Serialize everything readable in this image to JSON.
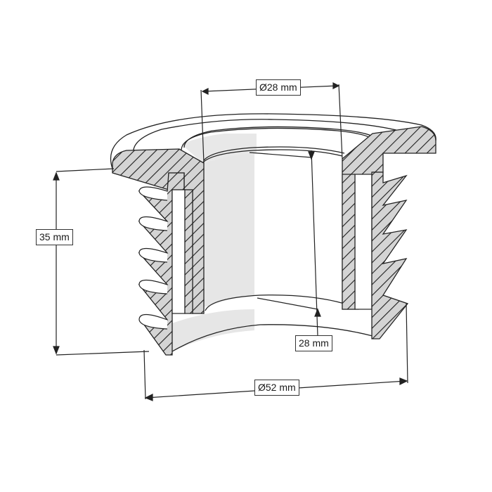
{
  "diagram": {
    "type": "technical-cross-section",
    "subject": "threaded insert sleeve with flange",
    "colors": {
      "outline": "#222222",
      "section_fill": "#d4d4d4",
      "hatch": "#1e1e1e",
      "inner_shade": "#e6e6e6",
      "background": "#ffffff"
    },
    "dimensions": {
      "inner_diameter": {
        "label": "Ø28 mm",
        "value": 28,
        "unit": "mm",
        "kind": "diameter"
      },
      "height": {
        "label": "35 mm",
        "value": 35,
        "unit": "mm",
        "kind": "length"
      },
      "inner_depth": {
        "label": "28 mm",
        "value": 28,
        "unit": "mm",
        "kind": "length"
      },
      "outer_diameter": {
        "label": "Ø52 mm",
        "value": 52,
        "unit": "mm",
        "kind": "diameter"
      }
    },
    "thread_count_visible": 5
  }
}
